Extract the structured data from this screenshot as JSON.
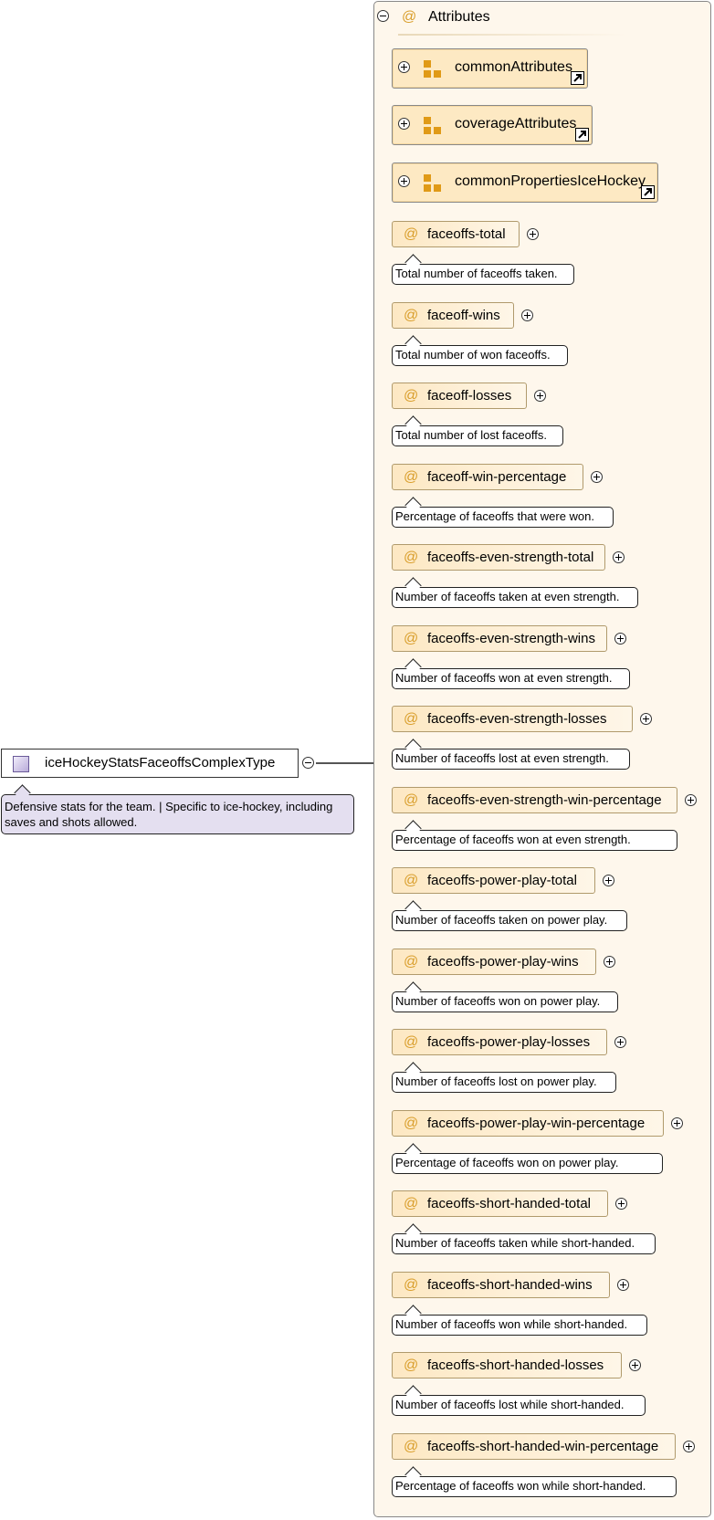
{
  "complex_type": {
    "name": "iceHockeyStatsFaceoffsComplexType",
    "documentation": "Defensive stats for the team. | Specific to ice-hockey, including saves and shots allowed."
  },
  "attributes_group": {
    "label": "Attributes",
    "refs": [
      {
        "label": "commonAttributes"
      },
      {
        "label": "coverageAttributes"
      },
      {
        "label": "commonPropertiesIceHockey"
      }
    ],
    "items": [
      {
        "name": "faceoffs-total",
        "doc": "Total number of faceoffs taken."
      },
      {
        "name": "faceoff-wins",
        "doc": "Total number of won faceoffs."
      },
      {
        "name": "faceoff-losses",
        "doc": "Total number of lost faceoffs."
      },
      {
        "name": "faceoff-win-percentage",
        "doc": "Percentage of faceoffs that were won."
      },
      {
        "name": "faceoffs-even-strength-total",
        "doc": "Number of faceoffs taken at even strength."
      },
      {
        "name": "faceoffs-even-strength-wins",
        "doc": "Number of faceoffs won at even strength."
      },
      {
        "name": "faceoffs-even-strength-losses",
        "doc": "Number of faceoffs lost at even strength."
      },
      {
        "name": "faceoffs-even-strength-win-percentage",
        "doc": "Percentage of faceoffs won at even strength."
      },
      {
        "name": "faceoffs-power-play-total",
        "doc": "Number of faceoffs taken on power play."
      },
      {
        "name": "faceoffs-power-play-wins",
        "doc": "Number of faceoffs won on power play."
      },
      {
        "name": "faceoffs-power-play-losses",
        "doc": "Number of faceoffs lost on power play."
      },
      {
        "name": "faceoffs-power-play-win-percentage",
        "doc": "Percentage of faceoffs won on power play."
      },
      {
        "name": "faceoffs-short-handed-total",
        "doc": "Number of faceoffs taken while short-handed."
      },
      {
        "name": "faceoffs-short-handed-wins",
        "doc": "Number of faceoffs won while short-handed."
      },
      {
        "name": "faceoffs-short-handed-losses",
        "doc": "Number of faceoffs lost while short-handed."
      },
      {
        "name": "faceoffs-short-handed-win-percentage",
        "doc": "Percentage of faceoffs won while short-handed."
      }
    ]
  },
  "colors": {
    "attribute_at": "#d99e2b",
    "group_background": "#fef7ec",
    "type_note_background": "#e4dff0",
    "ref_icon": "#e09a17"
  }
}
